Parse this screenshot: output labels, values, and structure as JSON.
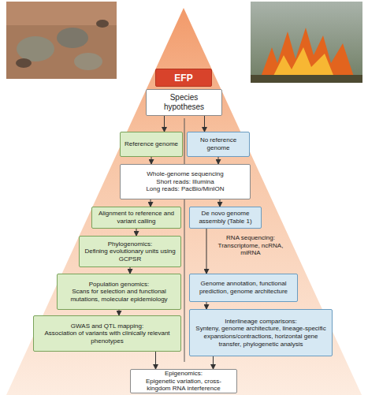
{
  "diagram": {
    "nodes": [
      {
        "text": [
          "EFP"
        ]
      },
      {
        "text": [
          "Species hypotheses"
        ]
      },
      {
        "text": [
          "Reference genome"
        ]
      },
      {
        "text": [
          "No reference genome"
        ]
      },
      {
        "text": [
          "Whole-genome sequencing",
          "Short reads: Illumina",
          "Long reads: PacBio/MinION"
        ]
      },
      {
        "text": [
          "Alignment to reference and variant calling"
        ]
      },
      {
        "text": [
          "De novo genome assembly (Table 1)"
        ]
      },
      {
        "text": [
          "Phylogenomics:",
          "Defining evolutionary units using GCPSR"
        ]
      },
      {
        "text": [
          "Population genomics:",
          "Scans for selection and functional mutations, molecular epidemiology"
        ]
      },
      {
        "text": [
          "Genome annotation, functional prediction, genome architecture"
        ]
      },
      {
        "text": [
          "GWAS and QTL mapping:",
          "Association of variants with clinically relevant phenotypes"
        ]
      },
      {
        "text": [
          "Interlineage comparisons:",
          "Synteny, genome architecture, lineage-specific expansions/contractions, horizontal gene transfer, phylogenetic analysis"
        ]
      },
      {
        "text": [
          "Epigenomics:",
          "Epigenetic variation, cross-kingdom RNA interference"
        ]
      }
    ],
    "edges": [
      {
        "from": 1,
        "to": 2,
        "arrow": "to"
      },
      {
        "from": 1,
        "to": 3,
        "arrow": "to"
      },
      {
        "from": 2,
        "to": 4,
        "arrow": "to"
      },
      {
        "from": 3,
        "to": 4,
        "arrow": "to"
      },
      {
        "from": 4,
        "to": 5,
        "arrow": "to"
      },
      {
        "from": 4,
        "to": 6,
        "arrow": "to"
      },
      {
        "from": 5,
        "to": 7,
        "arrow": "to"
      },
      {
        "from": 7,
        "to": 8,
        "arrow": "to"
      },
      {
        "from": 8,
        "to": 10,
        "arrow": "to"
      },
      {
        "from": 6,
        "to": 9,
        "arrow": "to"
      },
      {
        "from": 9,
        "to": 11,
        "arrow": "to"
      },
      {
        "from": 10,
        "to": 12,
        "arrow": "to"
      },
      {
        "from": 11,
        "to": 12,
        "arrow": "to"
      }
    ],
    "labels": [
      "RNA sequencing: Transcriptome, ncRNA, miRNA"
    ]
  }
}
